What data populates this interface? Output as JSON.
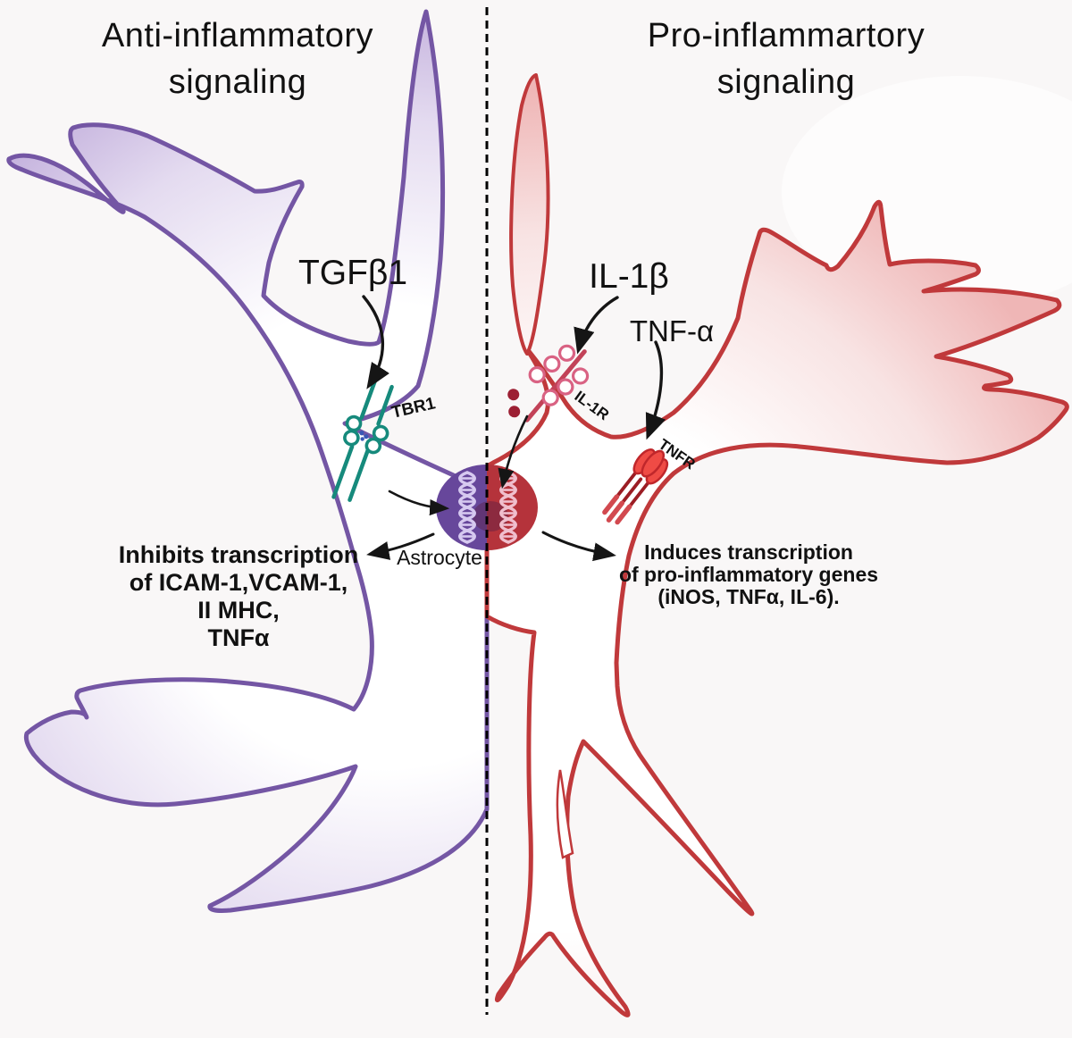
{
  "titles": {
    "left": {
      "line1": "Anti-inflammatory",
      "line2": "signaling"
    },
    "right": {
      "line1": "Pro-inflammartory",
      "line2": "signaling"
    }
  },
  "ligands": {
    "tgfb1": "TGFβ1",
    "il1b": "IL-1β",
    "tnfa": "TNF-α"
  },
  "receptors": {
    "tbr1": "TBR1",
    "il1r": "IL-1R",
    "tnfr": "TNFR"
  },
  "cell_label": "Astrocyte",
  "left_text": {
    "lines": [
      "Inhibits transcription",
      "of ICAM-1,VCAM-1,",
      "II MHC,",
      "TNFα"
    ]
  },
  "right_text": {
    "lines": [
      "Induces transcription",
      "of pro-inflammatory genes",
      "(iNOS, TNFα, IL-6)."
    ]
  },
  "colors": {
    "background": "#f9f7f7",
    "purple_outline": "#7456A4",
    "purple_fill_edge": "#BFABDA",
    "red_outline": "#C0393B",
    "red_fill_edge": "#EFB6B6",
    "nucleus_left": "#67479B",
    "nucleus_right": "#B5333B",
    "nucleus_core": "#5C1E44",
    "dna_left": "#D6C9F0",
    "dna_right": "#F0BFCD",
    "tbr1_teal": "#168A7C",
    "il1r_pink": "#D96283",
    "il1r_dark": "#9C1F33",
    "tnfr_red": "#EF4B45",
    "tnfr_stem": "#9B1D24",
    "ligand_dot_blue": "#3A57B5",
    "arrow": "#151515",
    "divider": "#000000"
  }
}
